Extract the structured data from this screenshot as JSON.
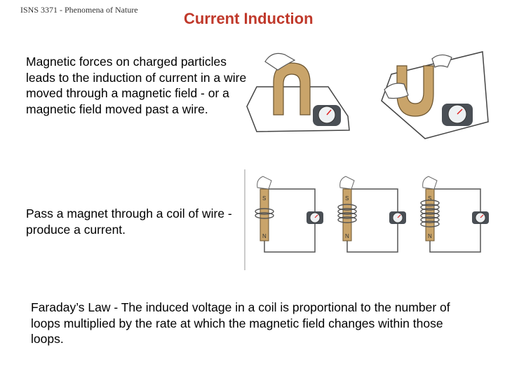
{
  "header": {
    "course": "ISNS 3371 - Phenomena of Nature",
    "title": "Current Induction"
  },
  "paragraphs": [
    "Magnetic forces on charged particles leads to the induction of current in a wire moved through a magnetic field - or a magnetic field moved past a wire.",
    "Pass a magnet through a coil of wire - produce a current.",
    "Faraday’s Law - The induced voltage in a coil is proportional to the number of loops multiplied by the rate at which the magnetic field changes within those loops."
  ],
  "figures": {
    "coil_magnet_labels": {
      "south": "S",
      "north": "N"
    }
  },
  "colors": {
    "title": "#c0392b",
    "magnet": "#c9a46a",
    "meter": "#4a4f55",
    "needle": "#d22"
  }
}
